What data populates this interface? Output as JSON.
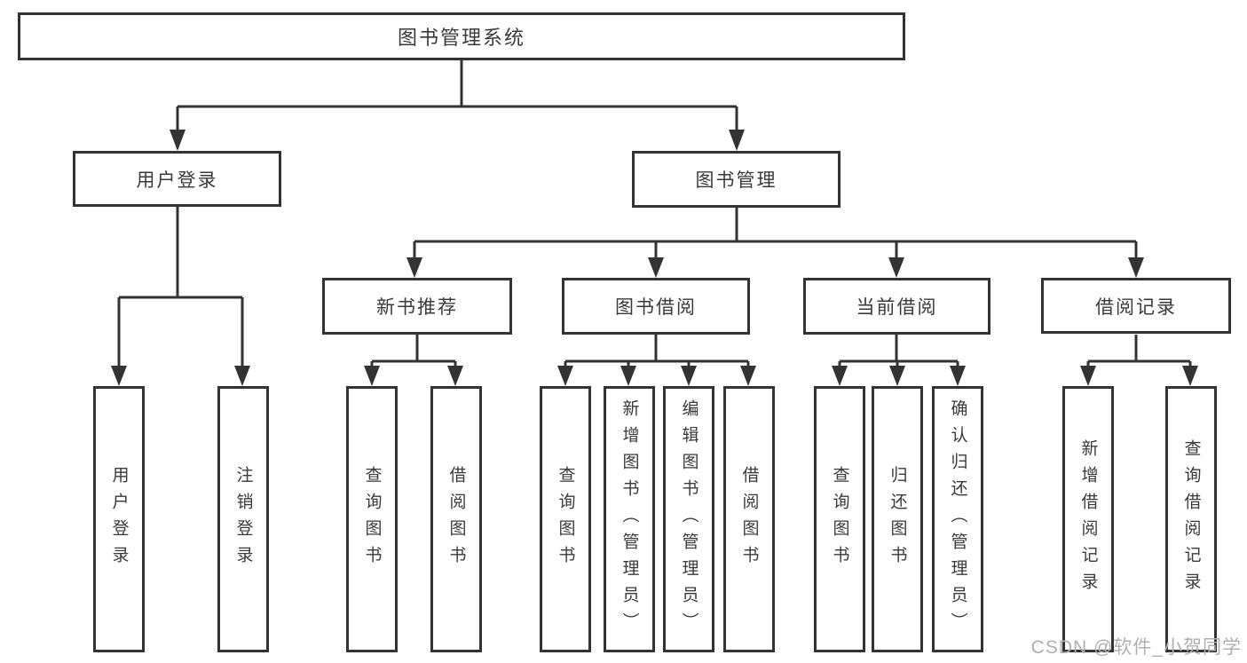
{
  "diagram": {
    "type": "tree",
    "colors": {
      "line": "#333333",
      "box_border": "#333333",
      "box_fill": "#ffffff",
      "text": "#3a3a3a",
      "watermark_text": "#b0b0b0"
    },
    "tree": {
      "label": "图书管理系统",
      "children": [
        {
          "label": "用户登录",
          "children": [
            {
              "label": "用户登录"
            },
            {
              "label": "注销登录"
            }
          ]
        },
        {
          "label": "图书管理",
          "children": [
            {
              "label": "新书推荐",
              "children": [
                {
                  "label": "查询图书"
                },
                {
                  "label": "借阅图书"
                }
              ]
            },
            {
              "label": "图书借阅",
              "children": [
                {
                  "label": "查询图书"
                },
                {
                  "label": "新增图书（管理员）"
                },
                {
                  "label": "编辑图书（管理员）"
                },
                {
                  "label": "借阅图书"
                }
              ]
            },
            {
              "label": "当前借阅",
              "children": [
                {
                  "label": "查询图书"
                },
                {
                  "label": "归还图书"
                },
                {
                  "label": "确认归还（管理员）"
                }
              ]
            },
            {
              "label": "借阅记录",
              "children": [
                {
                  "label": "新增借阅记录"
                },
                {
                  "label": "查询借阅记录"
                }
              ]
            }
          ]
        }
      ]
    },
    "watermark": "CSDN @软件_小贺同学"
  }
}
